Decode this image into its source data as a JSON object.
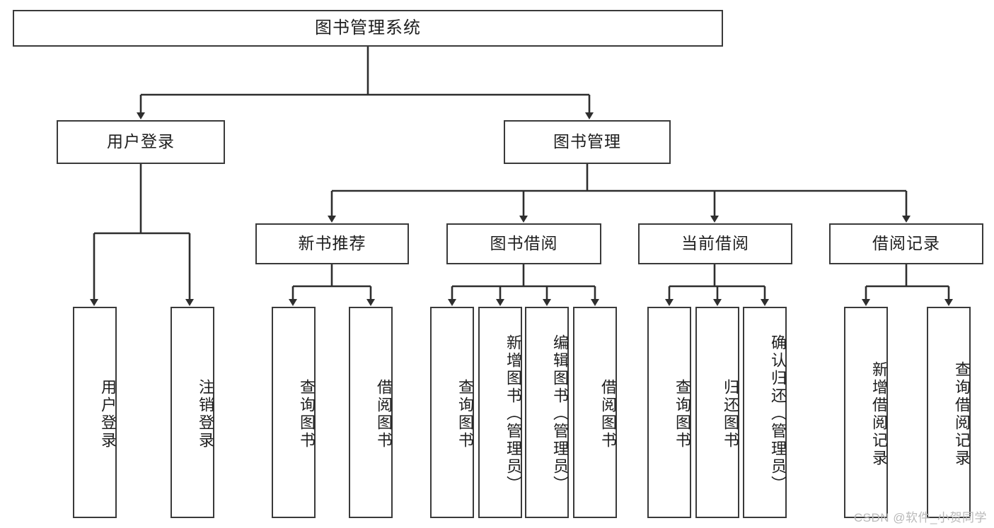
{
  "diagram": {
    "title": "图书管理系统",
    "type": "tree",
    "watermark": "CSDN @软件_小贺同学",
    "colors": {
      "border": "#3a3a3a",
      "background": "#ffffff",
      "text": "#1e1e1e",
      "watermark": "#b9b9b9"
    },
    "nodes": {
      "root": {
        "label": "图书管理系统"
      },
      "level2": [
        {
          "label": "用户登录"
        },
        {
          "label": "图书管理"
        }
      ],
      "level3": [
        {
          "label": "新书推荐"
        },
        {
          "label": "图书借阅"
        },
        {
          "label": "当前借阅"
        },
        {
          "label": "借阅记录"
        }
      ],
      "leaves": {
        "user_login": [
          {
            "label": "用户登录"
          },
          {
            "label": "注销登录"
          }
        ],
        "new_book": [
          {
            "label": "查询图书"
          },
          {
            "label": "借阅图书"
          }
        ],
        "book_borrow": [
          {
            "label": "查询图书"
          },
          {
            "label": "新增图书（管理员）"
          },
          {
            "label": "编辑图书（管理员）"
          },
          {
            "label": "借阅图书"
          }
        ],
        "current_borrow": [
          {
            "label": "查询图书"
          },
          {
            "label": "归还图书"
          },
          {
            "label": "确认归还（管理员）"
          }
        ],
        "borrow_record": [
          {
            "label": "新增借阅记录"
          },
          {
            "label": "查询借阅记录"
          }
        ]
      }
    }
  }
}
